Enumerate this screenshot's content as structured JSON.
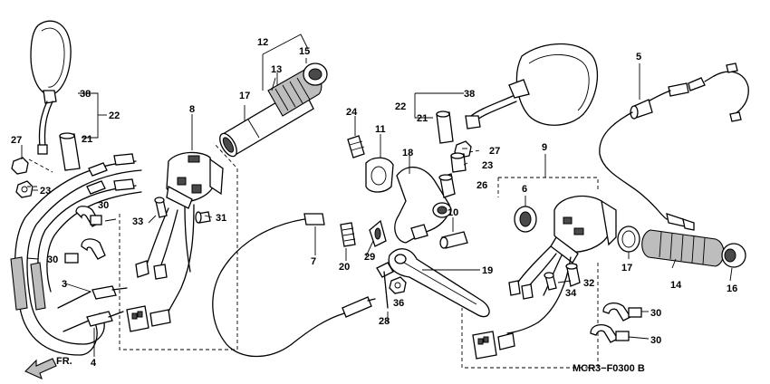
{
  "labels": {
    "p38a": "38",
    "p22a": "22",
    "p21a": "21",
    "p27a": "27",
    "p23a": "23",
    "p8": "8",
    "p12": "12",
    "p17a": "17",
    "p13": "13",
    "p15": "15",
    "p30a": "30",
    "p30b": "30",
    "p33": "33",
    "p31": "31",
    "p3": "3",
    "p4": "4",
    "p24": "24",
    "p11": "11",
    "p18": "18",
    "p7": "7",
    "p20": "20",
    "p29": "29",
    "p10": "10",
    "p19": "19",
    "p28": "28",
    "p36": "36",
    "p22b": "22",
    "p38b": "38",
    "p21b": "21",
    "p27b": "27",
    "p23b": "23",
    "p26": "26",
    "p5": "5",
    "p9": "9",
    "p6": "6",
    "p17b": "17",
    "p14": "14",
    "p16": "16",
    "p32": "32",
    "p34": "34",
    "p30c": "30",
    "p30d": "30"
  },
  "front_marker": "FR.",
  "diagram_code": "MCR3−F0300 B"
}
